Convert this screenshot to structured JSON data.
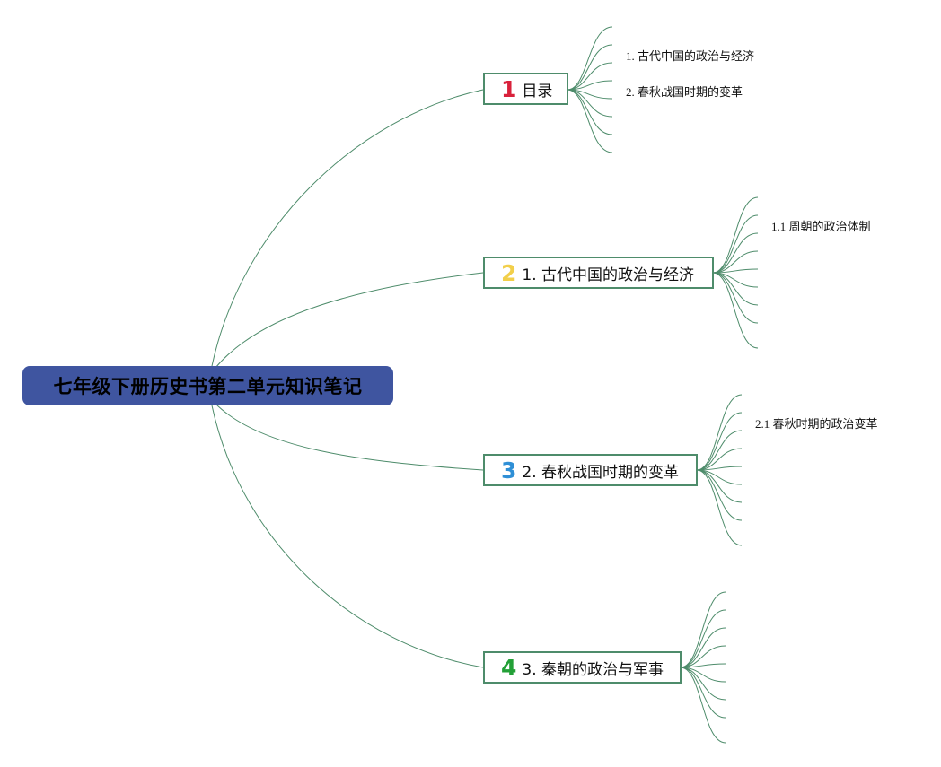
{
  "root": {
    "label": "七年级下册历史书第二单元知识笔记"
  },
  "branches": [
    {
      "number": "1",
      "number_color": "#d9213b",
      "label": "目录",
      "subtopics": [
        "1. 古代中国的政治与经济",
        "2. 春秋战国时期的变革"
      ]
    },
    {
      "number": "2",
      "number_color": "#f2cf4a",
      "label": "1. 古代中国的政治与经济",
      "subtopics": [
        "1.1 周朝的政治体制"
      ]
    },
    {
      "number": "3",
      "number_color": "#2f8fd6",
      "label": "2. 春秋战国时期的变革",
      "subtopics": [
        "2.1 春秋时期的政治变革"
      ]
    },
    {
      "number": "4",
      "number_color": "#23a037",
      "label": "3. 秦朝的政治与军事",
      "subtopics": []
    }
  ],
  "colors": {
    "root_fill": "#3f55a0",
    "connector": "#4e8c6b"
  }
}
